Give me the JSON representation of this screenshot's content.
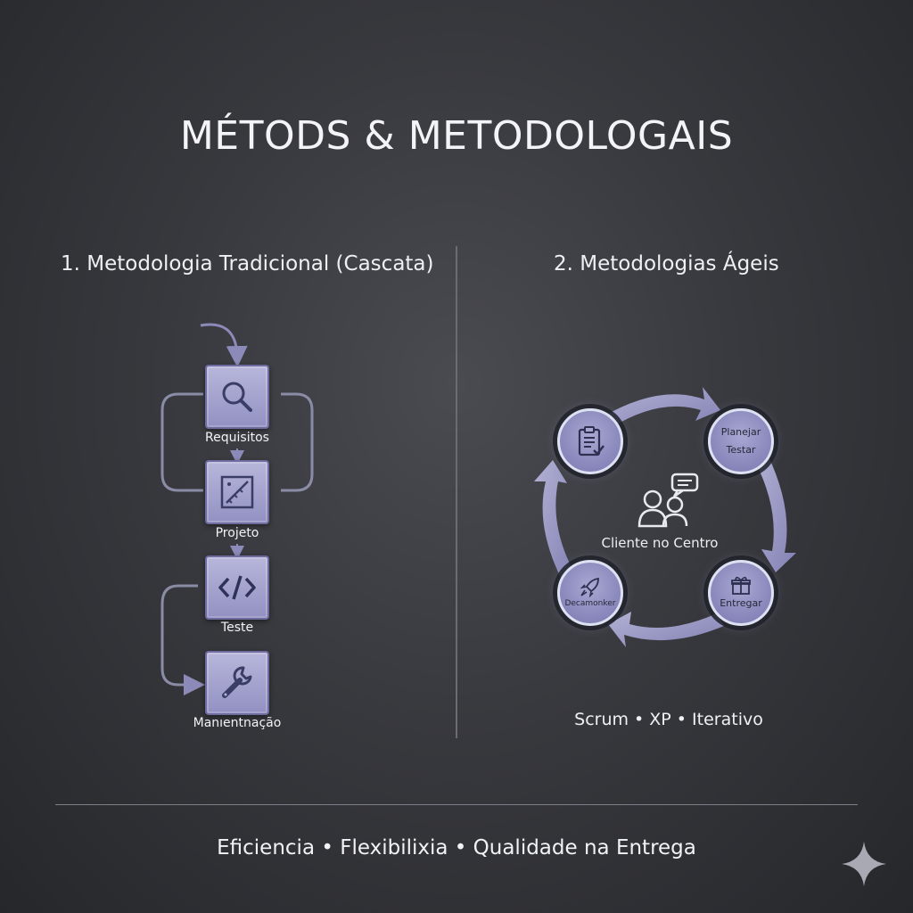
{
  "title": "MÉTODS & METODOLOGAIS",
  "traditional": {
    "heading": "1. Metodologia Tradicional (Cascata)",
    "steps": [
      {
        "label": "Requisitos",
        "icon": "magnifier-icon"
      },
      {
        "label": "Projeto",
        "icon": "blueprint-ruler-icon"
      },
      {
        "label": "Teste",
        "icon": "code-brackets-icon"
      },
      {
        "label": "Manıentnação",
        "icon": "wrench-icon"
      }
    ]
  },
  "agile": {
    "heading": "2. Metodologias Ágeis",
    "center_label": "Cliente no Centro",
    "nodes": {
      "top_left": {
        "icon": "clipboard-checklist-icon"
      },
      "top_right": {
        "line1": "Planejar",
        "line2": "Testar"
      },
      "bottom_left": {
        "label": "Decamonker",
        "icon": "rocket-icon"
      },
      "bottom_right": {
        "label": "Entregar",
        "icon": "gift-icon"
      }
    },
    "methods": "Scrum • XP • Iterativo"
  },
  "footer": "Eficiencia • Flexibilixia • Qualidade na Entrega",
  "colors": {
    "background": "#38393e",
    "accent_lavender": "#9e9dcc",
    "node_ring": "#dde2f2",
    "text": "#f2f2f6"
  }
}
